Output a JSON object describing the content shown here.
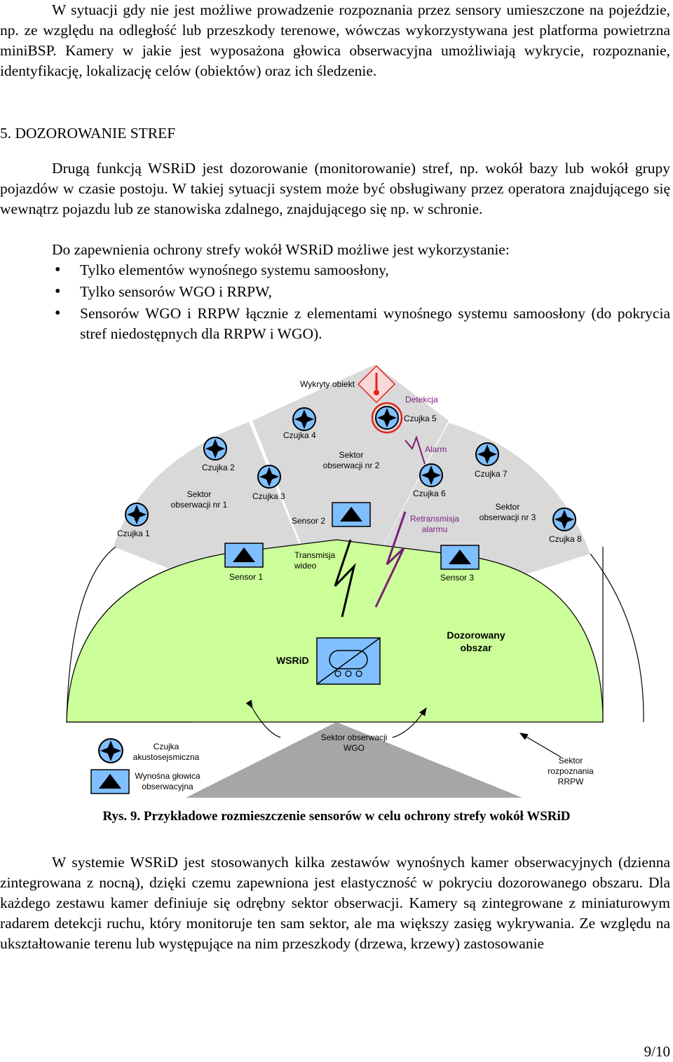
{
  "p1": "W sytuacji gdy nie jest możliwe prowadzenie rozpoznania przez sensory umieszczone na pojeździe, np. ze względu na odległość lub przeszkody terenowe, wówczas wykorzystywana jest platforma powietrzna miniBSP. Kamery w jakie jest wyposażona głowica obserwacyjna umożliwiają wykrycie, rozpoznanie, identyfikację, lokalizację celów (obiektów) oraz ich śledzenie.",
  "heading": "5.  DOZOROWANIE STREF",
  "p2": "Drugą funkcją WSRiD jest dozorowanie (monitorowanie) stref, np. wokół bazy lub wokół grupy pojazdów w czasie postoju. W takiej sytuacji system może być obsługiwany przez operatora znajdującego się wewnątrz pojazdu lub ze stanowiska zdalnego, znajdującego się np. w schronie.",
  "p3": "Do zapewnienia ochrony strefy wokół WSRiD możliwe jest wykorzystanie:",
  "bullets": [
    "Tylko elementów wynośnego systemu samoosłony,",
    "Tylko sensorów WGO i RRPW,",
    "Sensorów WGO i RRPW łącznie z elementami wynośnego systemu samoosłony (do pokrycia stref niedostępnych dla RRPW i WGO)."
  ],
  "figure": {
    "wykryty_obiekt": "Wykryty obiekt",
    "detekcja": "Detekcja",
    "alarm": "Alarm",
    "retransmisja_1": "Retransmisja",
    "retransmisja_2": "alarmu",
    "transmisja_1": "Transmisja",
    "transmisja_2": "wideo",
    "czujka_1": "Czujka 1",
    "czujka_2": "Czujka 2",
    "czujka_3": "Czujka 3",
    "czujka_4": "Czujka 4",
    "czujka_5": "Czujka 5",
    "czujka_6": "Czujka 6",
    "czujka_7": "Czujka 7",
    "czujka_8": "Czujka 8",
    "sensor_1": "Sensor 1",
    "sensor_2": "Sensor 2",
    "sensor_3": "Sensor 3",
    "sektor_1a": "Sektor",
    "sektor_1b": "obserwacji nr 1",
    "sektor_2a": "Sektor",
    "sektor_2b": "obserwacji nr 2",
    "sektor_3a": "Sektor",
    "sektor_3b": "obserwacji nr 3",
    "wsrid": "WSRiD",
    "dozorowany_1": "Dozorowany",
    "dozorowany_2": "obszar",
    "wgo_1": "Sektor obserwacji",
    "wgo_2": "WGO",
    "rrpw_1": "Sektor",
    "rrpw_2": "rozpoznania",
    "rrpw_3": "RRPW",
    "legend_czujka_1": "Czujka",
    "legend_czujka_2": "akustosejsmiczna",
    "legend_glowica_1": "Wynośna głowica",
    "legend_glowica_2": "obserwacyjna",
    "colors": {
      "green": "#ccff99",
      "grey_sector": "#d9d9d9",
      "dark_sector": "#a6a6a6",
      "icon_blue": "#7fbfff",
      "alarm_purple": "#7a1e7a",
      "detect_red": "#e0241c"
    }
  },
  "caption": "Rys. 9. Przykładowe rozmieszczenie sensorów w celu ochrony strefy wokół WSRiD",
  "p4": "W systemie WSRiD jest stosowanych kilka zestawów wynośnych kamer obserwacyjnych (dzienna zintegrowana z nocną), dzięki czemu zapewniona jest elastyczność w pokryciu dozorowanego obszaru. Dla każdego zestawu kamer definiuje się odrębny sektor obserwacji. Kamery są zintegrowane z miniaturowym radarem detekcji ruchu, który monitoruje ten sam sektor, ale ma większy zasięg wykrywania. Ze względu na ukształtowanie terenu lub występujące na nim przeszkody (drzewa, krzewy) zastosowanie",
  "page_number": "9/10"
}
